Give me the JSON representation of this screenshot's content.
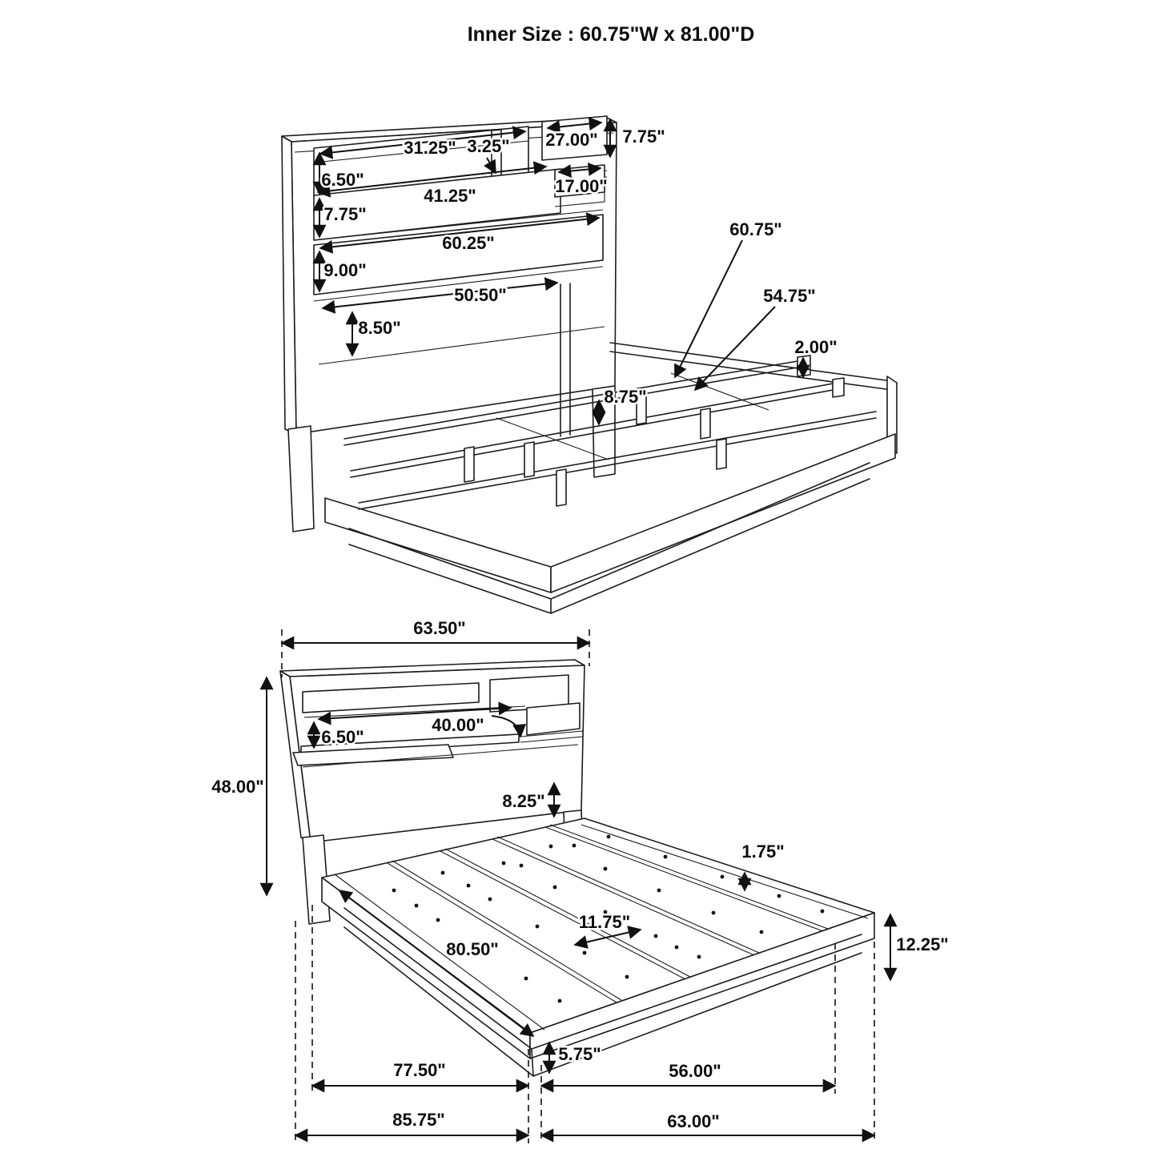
{
  "title": "Inner Size : 60.75\"W x 81.00\"D",
  "top_view": {
    "dims": {
      "shelf_opening_height": "6.50\"",
      "shelf_opening_width": "31.25\"",
      "divider_offset": "3.25\"",
      "right_cubby_width": "27.00\"",
      "right_cubby_height": "7.75\"",
      "middle_opening_width": "41.25\"",
      "middle_opening_height": "7.75\"",
      "middle_right_cubby_width": "17.00\"",
      "lower_opening_width": "60.25\"",
      "lower_opening_height": "9.00\"",
      "back_panel_width": "50.50\"",
      "back_panel_height": "8.50\"",
      "slat_rail_length_outer": "60.75\"",
      "slat_rail_length_inner": "54.75\"",
      "rail_lip_height": "2.00\"",
      "rail_spacing": "8.75\""
    }
  },
  "bottom_view": {
    "dims": {
      "headboard_width": "63.50\"",
      "headboard_height": "48.00\"",
      "shelf_width": "40.00\"",
      "shelf_height": "6.50\"",
      "headboard_clearance": "8.25\"",
      "side_rail_lip": "1.75\"",
      "slat_gap": "11.75\"",
      "platform_rail_length": "80.50\"",
      "footboard_height": "12.25\"",
      "plinth_height": "5.75\"",
      "platform_length": "77.50\"",
      "platform_width": "56.00\"",
      "overall_length": "85.75\"",
      "overall_width": "63.00\""
    }
  }
}
